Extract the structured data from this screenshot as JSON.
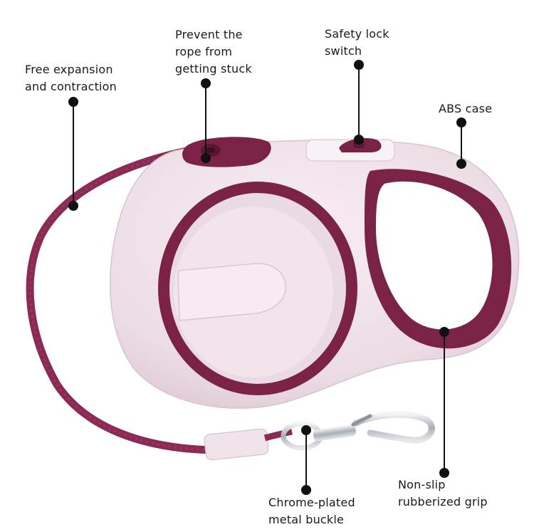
{
  "colors": {
    "case": "#efe0e8",
    "accent": "#7a2346",
    "strap": "#8b2a55",
    "chrome": "#c9ccd2",
    "callout": "#111111"
  },
  "callouts": {
    "free_expansion": {
      "line1": "Free expansion",
      "line2": "and contraction"
    },
    "prevent_stuck": {
      "line1": "Prevent the",
      "line2": "rope from",
      "line3": "getting stuck"
    },
    "safety_lock": {
      "line1": "Safety lock",
      "line2": "switch"
    },
    "abs_case": {
      "line1": "ABS case"
    },
    "non_slip": {
      "line1": "Non-slip",
      "line2": "rubberized grip"
    },
    "chrome_buckle": {
      "line1": "Chrome-plated",
      "line2": "metal buckle"
    }
  }
}
